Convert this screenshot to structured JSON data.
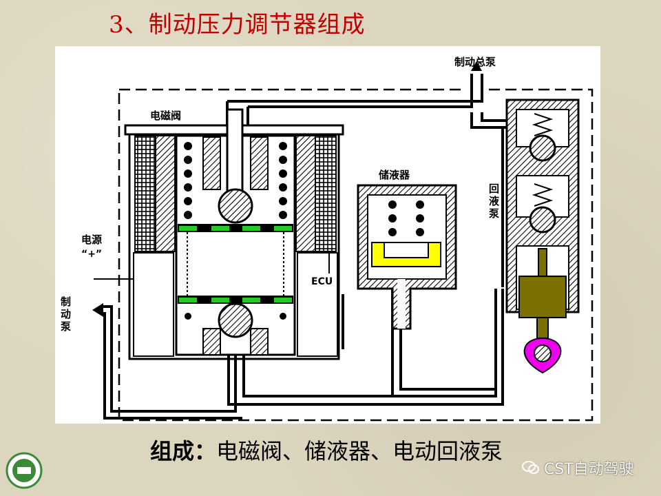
{
  "slide": {
    "title": "3、制动压力调节器组成"
  },
  "figure": {
    "labels": {
      "solenoid_valve": "电磁阀",
      "master_cylinder": "制动总泵",
      "accumulator": "储液器",
      "return_pump_1": "回",
      "return_pump_2": "液",
      "return_pump_3": "泵",
      "power_1": "电源",
      "power_2": "“+”",
      "ecu": "ECU",
      "wheel_cyl_1": "制",
      "wheel_cyl_2": "动",
      "wheel_cyl_3": "泵"
    },
    "colors": {
      "armature_band": "#22cc22",
      "accumulator_fluid": "#ffff00",
      "pump_piston": "#7a7000",
      "cam": "#ee00ee"
    }
  },
  "caption": {
    "lead": "组成：",
    "text": "电磁阀、储液器、电动回液泵"
  },
  "watermark": {
    "text": "CST自动驾驶"
  }
}
